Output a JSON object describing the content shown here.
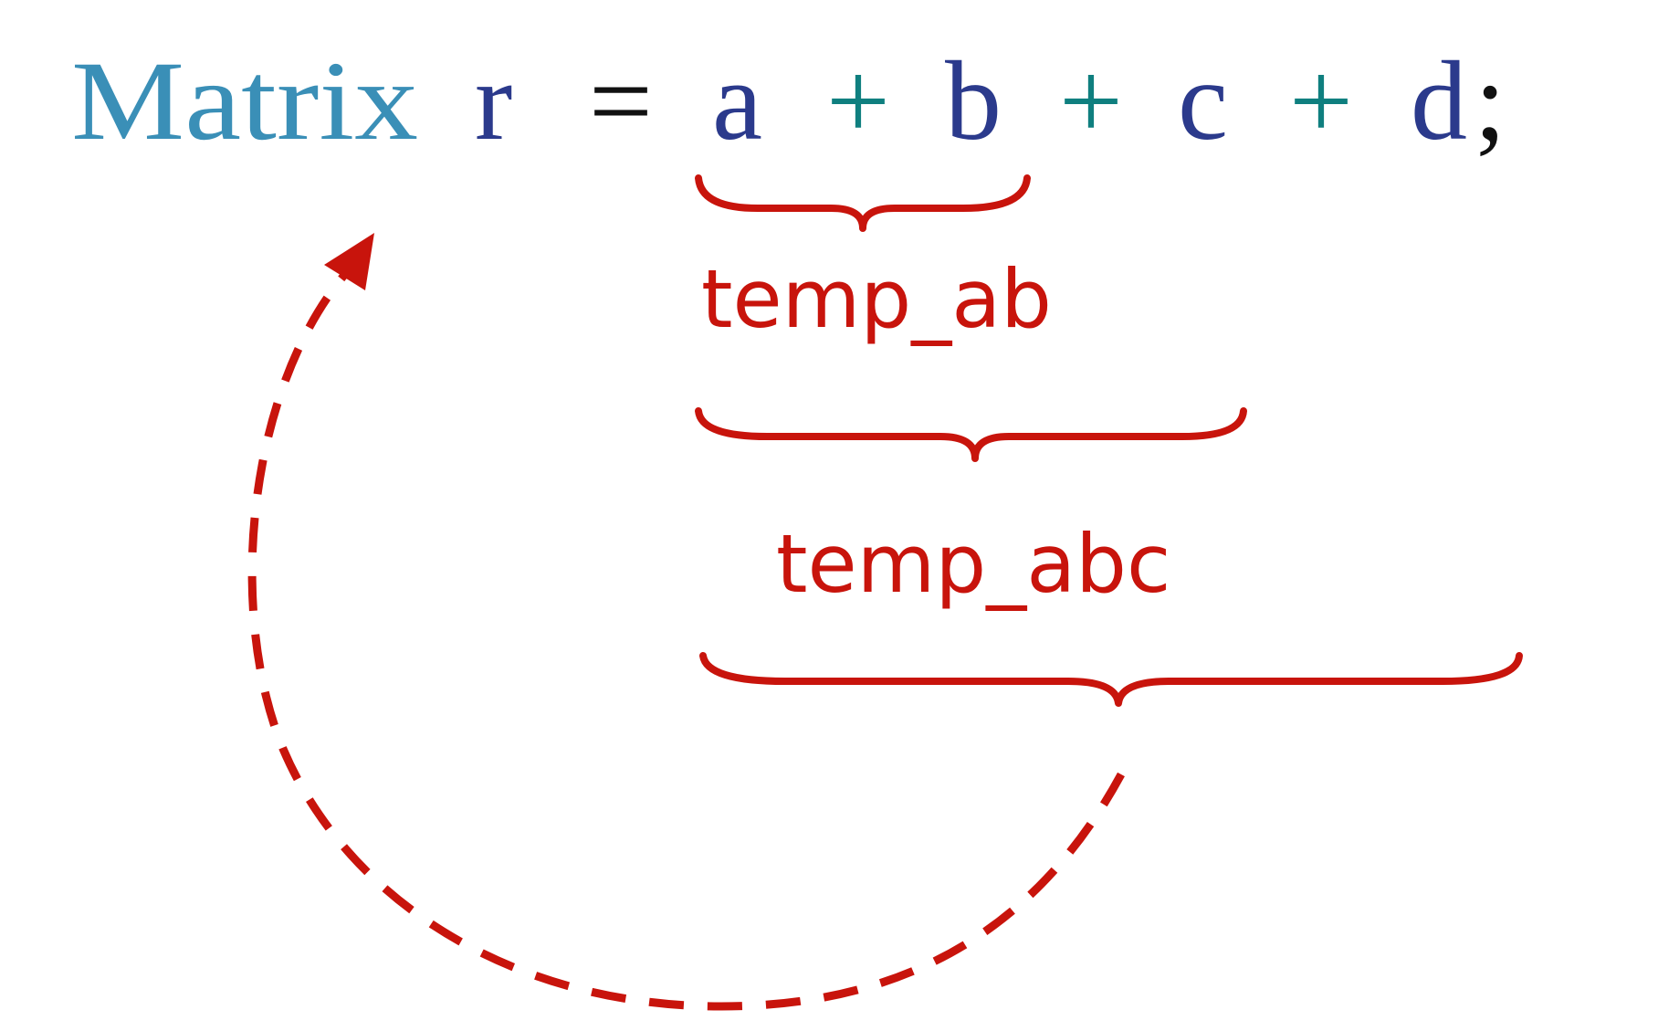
{
  "code": {
    "type_name": "Matrix",
    "var_name": "r",
    "assign": "=",
    "a": "a",
    "plus1": "+",
    "b": "b",
    "plus2": "+",
    "c": "c",
    "plus3": "+",
    "d": "d",
    "semicolon": ";"
  },
  "labels": {
    "temp_ab": "temp_ab",
    "temp_abc": "temp_abc"
  },
  "colors": {
    "type": "#3a8fb7",
    "identifier": "#2b3a8c",
    "operator": "#0f7f7f",
    "plain": "#111111",
    "annotation": "#c8140c"
  },
  "icons": {
    "braces": [
      "brace-ab",
      "brace-abc",
      "brace-abcd"
    ],
    "arrow": "dashed-curved-arrow-icon"
  }
}
